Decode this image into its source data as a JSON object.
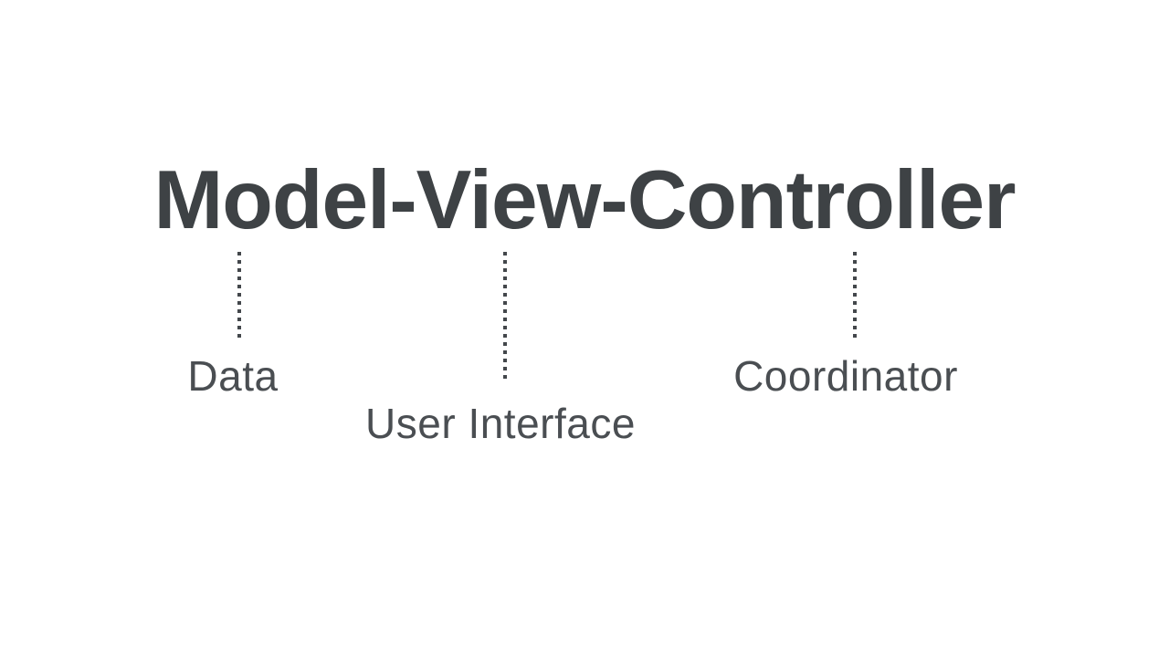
{
  "colors": {
    "background": "#ffffff",
    "title_text": "#3e4245",
    "label_text": "#4a4e52",
    "connector_dots": "#43474b"
  },
  "diagram": {
    "title": "Model-View-Controller",
    "components": [
      {
        "term": "Model",
        "label": "Data"
      },
      {
        "term": "View",
        "label": "User Interface"
      },
      {
        "term": "Controller",
        "label": "Coordinator"
      }
    ]
  }
}
